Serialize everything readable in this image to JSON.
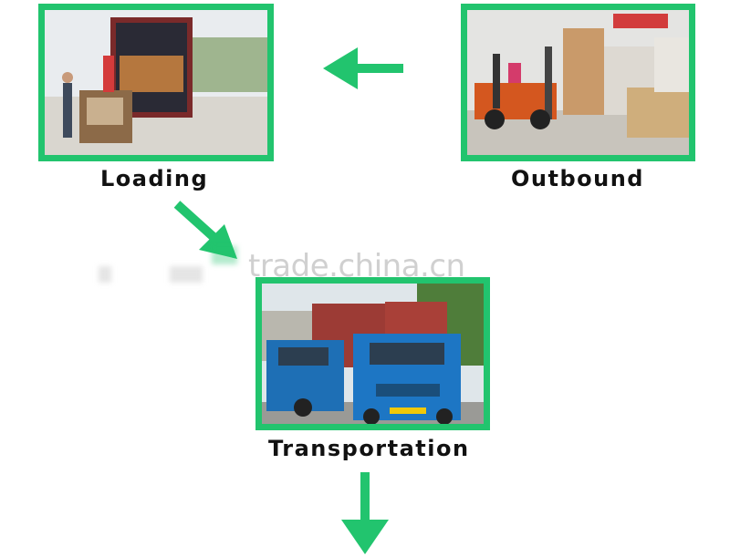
{
  "steps": {
    "outbound": {
      "label": "Outbound",
      "scene": "forklift-warehouse-photo"
    },
    "loading": {
      "label": "Loading",
      "scene": "forklift-container-loading-photo"
    },
    "transportation": {
      "label": "Transportation",
      "scene": "blue-trucks-with-containers-photo"
    }
  },
  "watermark": "trade.china.cn",
  "colors": {
    "frame": "#22c46e",
    "arrow": "#22c46e",
    "label": "#111111"
  },
  "icons": [
    "arrow-left-icon",
    "arrow-down-right-icon",
    "arrow-down-icon"
  ]
}
